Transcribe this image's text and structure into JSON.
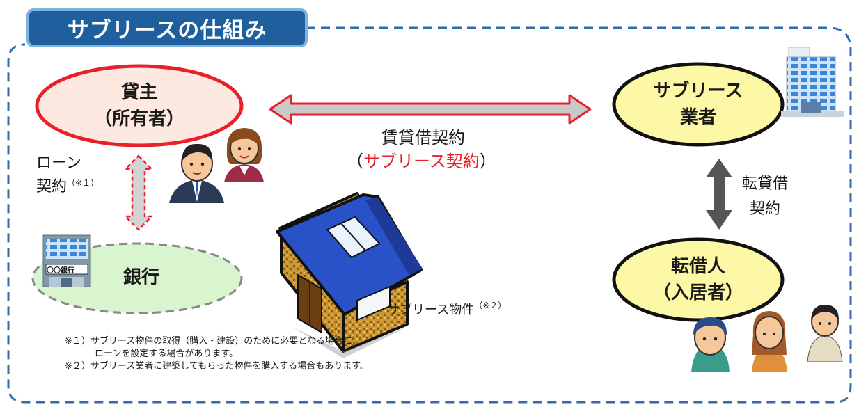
{
  "title": "サブリース の仕組み",
  "title_text": "サブリースの仕組み",
  "nodes": {
    "owner": [
      "貸主",
      "（所有者）"
    ],
    "sublease_company": [
      "サブリース",
      "業者"
    ],
    "bank": "銀行",
    "tenant": [
      "転借人",
      "（入居者）"
    ]
  },
  "bank_sign": "〇〇銀行",
  "contracts": {
    "lease": "賃貸借契約",
    "sublease_open": "（",
    "sublease_red": "サブリース契約",
    "sublease_close": "）",
    "loan_line1": "ローン",
    "loan_line2": "契約",
    "loan_note_ref": "（※１）",
    "sublet_line1": "転貸借",
    "sublet_line2": "契約"
  },
  "property": {
    "label": "サブリース物件",
    "note_ref": "（※２）"
  },
  "notes": [
    "※１）サブリース物件の取得（購入・建設）のために必要となる場合に、",
    "ローンを設定する場合があります。",
    "※２）サブリース業者に建築してもらった物件を購入する場合もあります。"
  ],
  "colors": {
    "title_bg": "#1f5f9e",
    "title_border": "#7fb3df",
    "dashed_border": "#2f6db0",
    "owner_fill": "#fde9e0",
    "owner_stroke": "#e8202a",
    "company_fill": "#fdf8a6",
    "bank_fill": "#d9f5cf",
    "arrow_red": "#e8202a",
    "arrow_grey": "#555555",
    "red_text": "#e8202a"
  }
}
